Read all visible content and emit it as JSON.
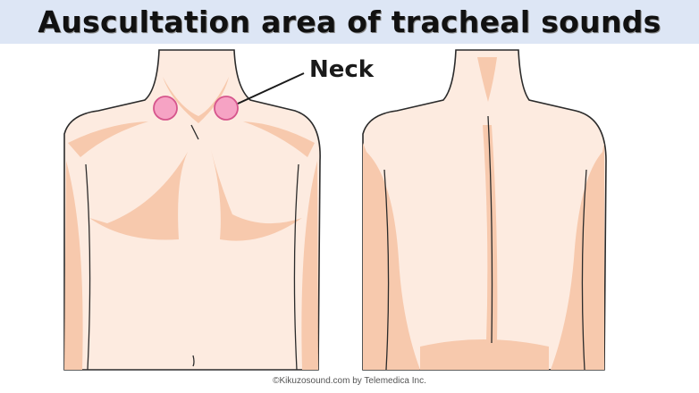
{
  "title": "Auscultation area of tracheal sounds",
  "label_neck": "Neck",
  "credit": "©Kikuzosound.com by Telemedica Inc.",
  "colors": {
    "title_band": "#dde6f5",
    "skin": "#fdebe0",
    "skin_shadow": "#f7c9ad",
    "outline": "#2b2b2b",
    "marker_fill": "#f6a3c4",
    "marker_stroke": "#d6558c"
  },
  "figures": {
    "front": {
      "view": "anterior torso",
      "markers": 2
    },
    "back": {
      "view": "posterior torso",
      "markers": 0
    }
  }
}
